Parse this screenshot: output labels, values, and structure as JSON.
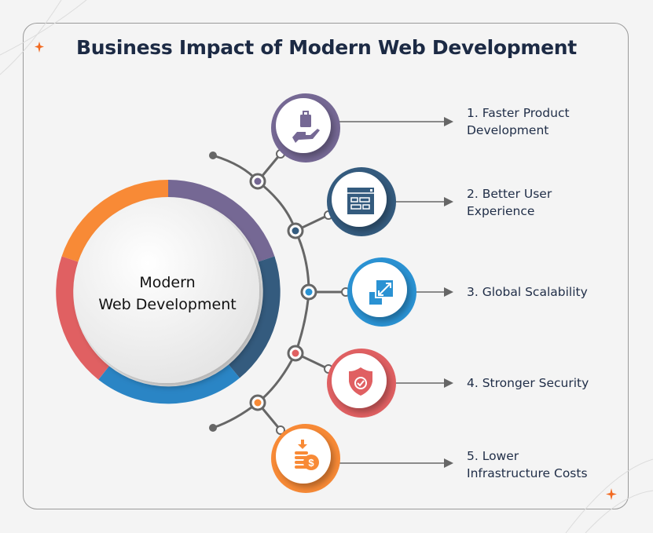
{
  "title": "Business Impact of Modern Web Development",
  "center": {
    "line1": "Modern",
    "line2": "Web Development"
  },
  "items": [
    {
      "label": "1. Faster Product\nDevelopment",
      "icon": "hand-holding-clipboard-icon",
      "color": "#756894"
    },
    {
      "label": "2. Better User\nExperience",
      "icon": "web-layout-icon",
      "color": "#345b7e"
    },
    {
      "label": "3. Global Scalability",
      "icon": "scale-expand-icon",
      "color": "#2a92d3"
    },
    {
      "label": "4. Stronger Security",
      "icon": "shield-check-icon",
      "color": "#e06062"
    },
    {
      "label": "5. Lower\nInfrastructure Costs",
      "icon": "coins-dollar-icon",
      "color": "#f88a36"
    }
  ],
  "colors": {
    "title": "#1c2a44",
    "accent_star": "#f26a21",
    "connector": "#666666"
  }
}
